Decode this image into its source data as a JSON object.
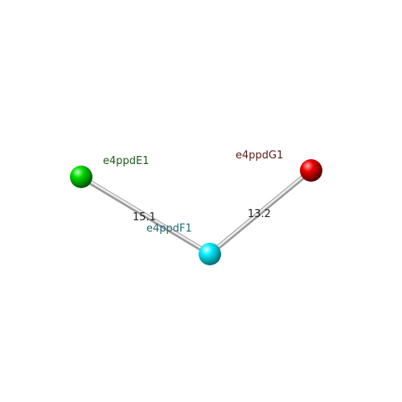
{
  "nodes": [
    {
      "id": "e4ppdE1",
      "label": "e4ppdE1",
      "color": "#00cc00",
      "label_color": "#1a5c1a"
    },
    {
      "id": "e4ppdF1",
      "label": "e4ppdF1",
      "color": "#00e5f0",
      "label_color": "#1f6b75"
    },
    {
      "id": "e4ppdG1",
      "label": "e4ppdG1",
      "color": "#dd0000",
      "label_color": "#5c1a1a"
    }
  ],
  "edges": [
    {
      "from": "e4ppdE1",
      "to": "e4ppdF1",
      "label": "15.1"
    },
    {
      "from": "e4ppdF1",
      "to": "e4ppdG1",
      "label": "13.2"
    }
  ]
}
